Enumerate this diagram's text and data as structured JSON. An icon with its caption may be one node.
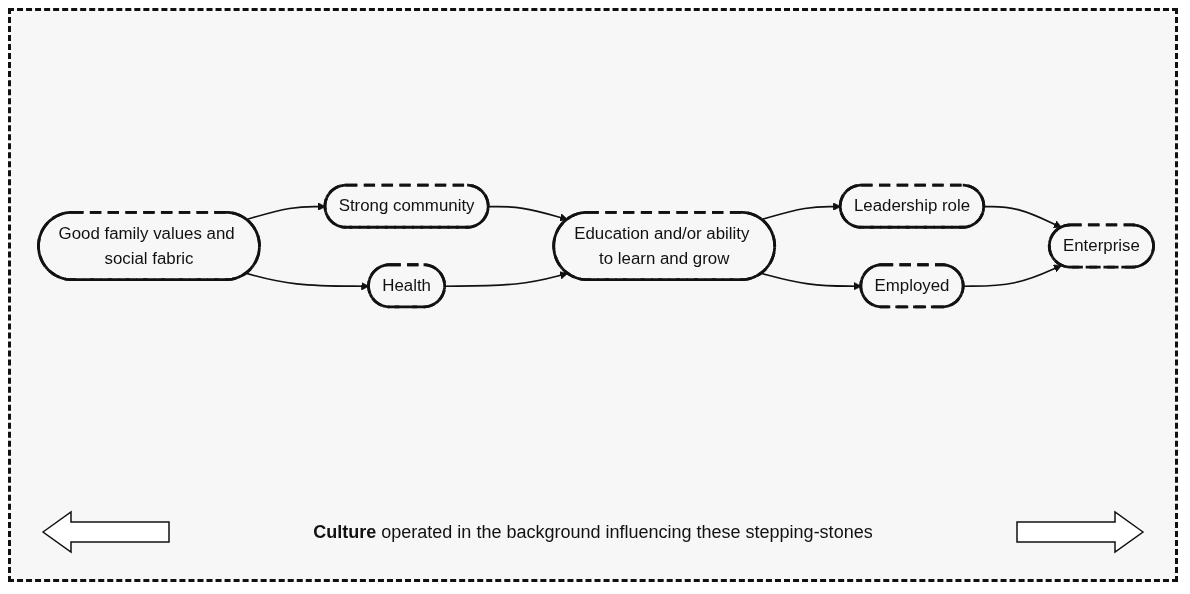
{
  "diagram": {
    "nodes": [
      {
        "text": [
          "Good family values and social fabric"
        ]
      },
      {
        "text": [
          "Strong community"
        ]
      },
      {
        "text": [
          "Health"
        ]
      },
      {
        "text": [
          "Education and/or ability to learn and grow"
        ]
      },
      {
        "text": [
          "Leadership role"
        ]
      },
      {
        "text": [
          "Employed"
        ]
      },
      {
        "text": [
          "Enterprise"
        ]
      }
    ],
    "edges": [
      {
        "from": 0,
        "to": 1,
        "arrow": "to"
      },
      {
        "from": 0,
        "to": 2,
        "arrow": "to"
      },
      {
        "from": 1,
        "to": 3,
        "arrow": "to"
      },
      {
        "from": 2,
        "to": 3,
        "arrow": "to"
      },
      {
        "from": 3,
        "to": 4,
        "arrow": "to"
      },
      {
        "from": 3,
        "to": 5,
        "arrow": "to"
      },
      {
        "from": 4,
        "to": 6,
        "arrow": "to"
      },
      {
        "from": 5,
        "to": 6,
        "arrow": "to"
      }
    ],
    "labels": [
      "**Culture** operated in the background influencing these stepping-stones"
    ]
  }
}
